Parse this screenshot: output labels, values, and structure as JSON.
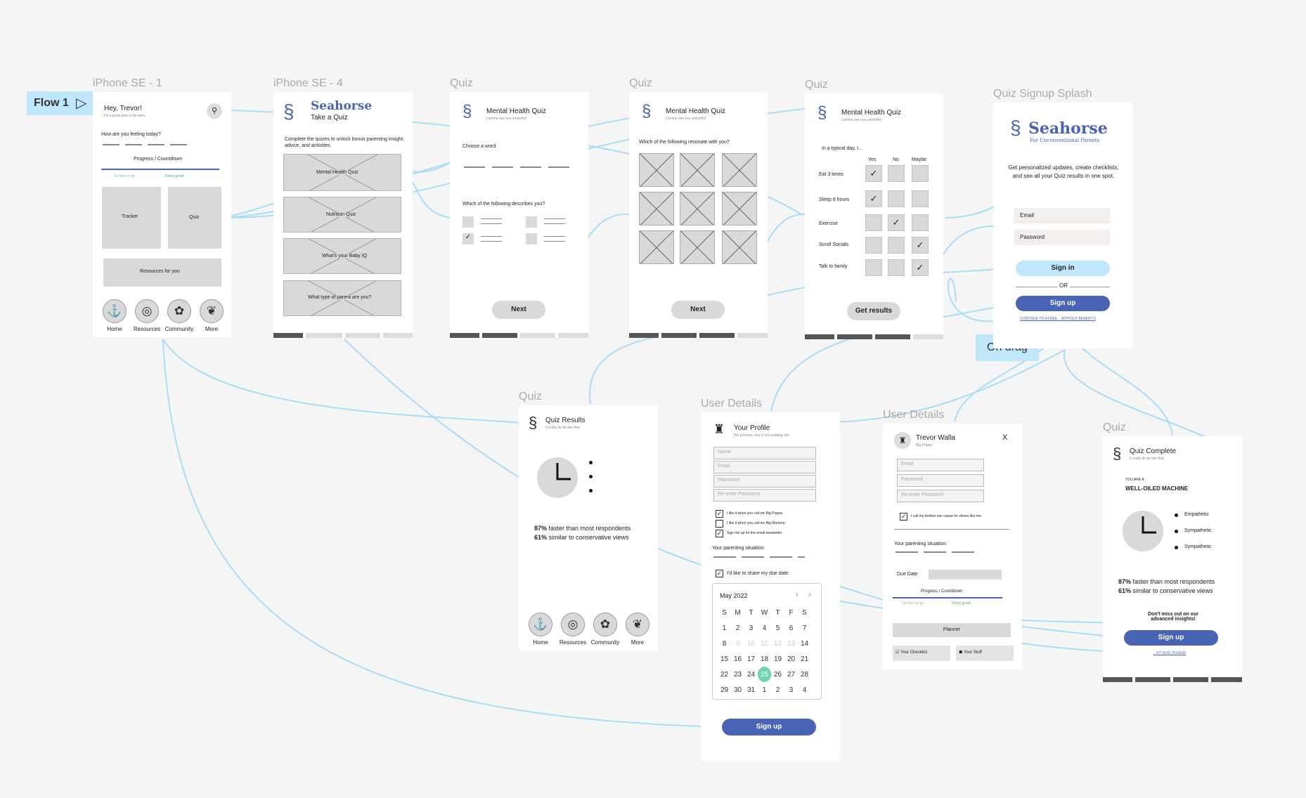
{
  "flow": {
    "label": "Flow 1",
    "play": "▷",
    "on_drag": "On drag"
  },
  "frames": {
    "f1": "iPhone SE - 1",
    "f2": "iPhone SE - 4",
    "f3": "Quiz",
    "f4": "Quiz",
    "f5": "Quiz",
    "f6": "Quiz Signup Splash",
    "f7": "Quiz",
    "f8": "User Details",
    "f9": "User Details",
    "f10": "Quiz"
  },
  "home": {
    "greeting": "Hey, Trevor!",
    "sub": "It's a great time to be alive.",
    "feeling": "How are you feeling today?",
    "progress": "Progress / Countdown",
    "left_marker": "So here to go",
    "right_marker": "Doing great!",
    "tracker": "Tracker",
    "quiz": "Quiz",
    "resources": "Resources for you"
  },
  "nav": {
    "home": "Home",
    "resources": "Resources",
    "community": "Community",
    "more": "More"
  },
  "takequiz": {
    "brand": "Seahorse",
    "title": "Take a Quiz",
    "desc": "Complete the quizes to unlock bonus parenting insight, advice, and activities.",
    "items": [
      "Mental Health Quiz",
      "Nutrition Quiz",
      "What's your Baby IQ",
      "What type of parent are you?"
    ]
  },
  "quiz1": {
    "title": "Mental Health Quiz",
    "sub": "Lemme see you somethin'",
    "q1": "Choose a word.",
    "q2": "Which of the following describes you?",
    "next": "Next"
  },
  "quiz2": {
    "title": "Mental Health Quiz",
    "sub": "Lemme see you somethin'",
    "q": "Which of the following resonate with you?",
    "next": "Next"
  },
  "quiz3": {
    "title": "Mental Health Quiz",
    "sub": "Lemme see you somethin'",
    "intro": "In a typical day, I...",
    "cols": [
      "Yes",
      "No",
      "Maybe"
    ],
    "rows": [
      "Eat 3 times",
      "Sleep 8 hours",
      "Exercise",
      "Scroll Socials",
      "Talk to family"
    ],
    "button": "Get results"
  },
  "splash": {
    "brand": "Seahorse",
    "tagline": "For Unconventional Parents",
    "desc": "Get personalized updates, create checklists, and see all your Quiz results in one spot.",
    "email": "Email",
    "password": "Password",
    "signin": "Sign in",
    "or": "OR",
    "signup": "Sign up",
    "continue": "CONTINUE TO A FREE... WITHOUT BENEFITS"
  },
  "results": {
    "title": "Quiz Results",
    "sub": "It really do be like that.",
    "stat1_pct": "87%",
    "stat1_text": "faster than most respondents",
    "stat2_pct": "61%",
    "stat2_text": "similar to conservative views"
  },
  "profile": {
    "title": "Your Profile",
    "sub": "We promise, this is not a dating site.",
    "fields": [
      "Name",
      "Email",
      "Password",
      "Re-enter Password"
    ],
    "checks": [
      "I like it when you call me Big Poppa.",
      "I like it when you call me Big Momma.",
      "Sign me up for the email newsletter."
    ],
    "situation": "Your parenting situation:",
    "due_share": "I'd like to share my due date.",
    "month": "May 2022",
    "weekdays": [
      "S",
      "M",
      "T",
      "W",
      "T",
      "F",
      "S"
    ],
    "weeks": [
      [
        "1",
        "2",
        "3",
        "4",
        "5",
        "6",
        "7"
      ],
      [
        "8",
        "9",
        "10",
        "11",
        "12",
        "13",
        "14"
      ],
      [
        "15",
        "16",
        "17",
        "18",
        "19",
        "20",
        "21"
      ],
      [
        "22",
        "23",
        "24",
        "25",
        "26",
        "27",
        "28"
      ],
      [
        "29",
        "30",
        "31",
        "1",
        "2",
        "3",
        "4"
      ]
    ],
    "signup": "Sign up"
  },
  "details": {
    "name": "Trevor Walla",
    "sub": "Big Poppa",
    "close": "X",
    "fields": [
      "Email",
      "Password",
      "Re-enter Password"
    ],
    "check": "I call my brother son cause he shines like me.",
    "situation": "Your parenting situation:",
    "due": "Due Date",
    "progress": "Progress / Countdown",
    "left_marker": "So here to go",
    "right_marker": "Doing great!",
    "planner": "Planner",
    "checklist": "Your Checklist",
    "stuff": "Your Stuff"
  },
  "complete": {
    "title": "Quiz Complete",
    "sub": "It really do be like that.",
    "youare": "YOU ARE A",
    "type": "WELL-OILED MACHINE",
    "legend": [
      "Empathetic",
      "Sympathetic",
      "Sympathetic"
    ],
    "stat1_pct": "87%",
    "stat1_text": "faster than most respondents",
    "stat2_pct": "61%",
    "stat2_text": "similar to conservative views",
    "missing": "Don't miss out on our advanced insights!",
    "signup": "Sign up",
    "link": "...NT QUIZ, PLEASE"
  },
  "colors": {
    "accent": "#4a64b5",
    "connector": "#9fd8f5",
    "flow_tag": "#bfe6fb"
  }
}
